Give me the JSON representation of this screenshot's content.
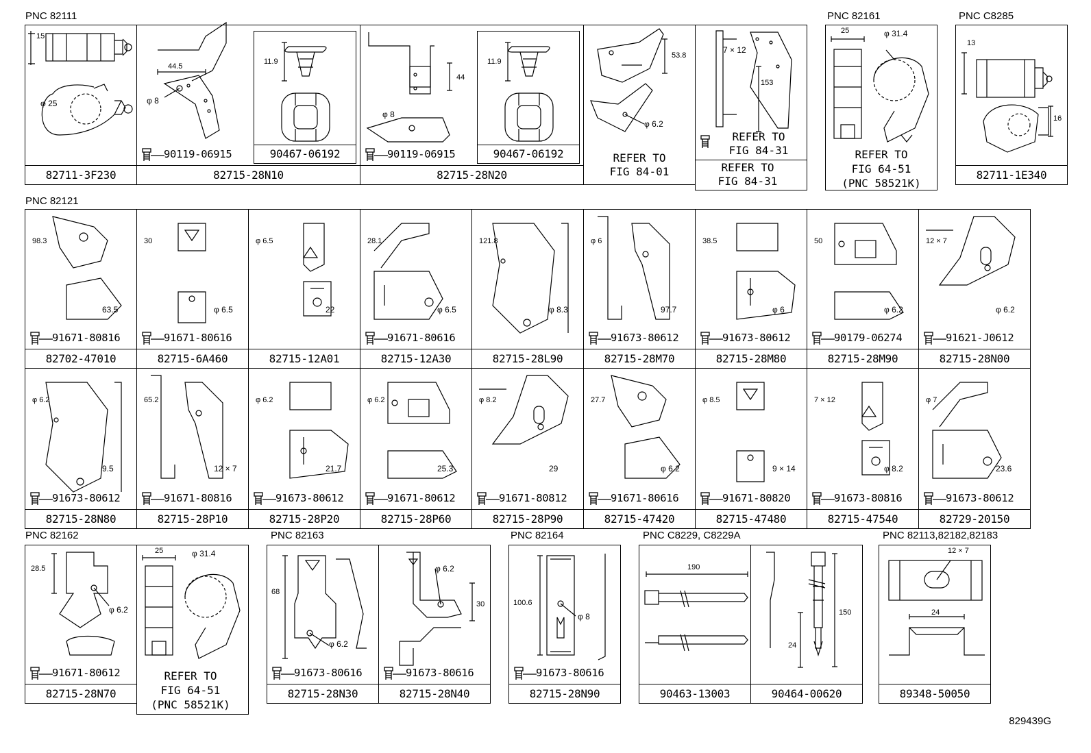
{
  "pnc_labels": [
    "PNC 82111",
    "PNC 82161",
    "PNC C8285",
    "PNC 82121",
    "PNC 82162",
    "PNC 82163",
    "PNC 82164",
    "PNC C8229, C8229A",
    "PNC 82113,82182,82183"
  ],
  "row1": [
    {
      "part": "82711-3F230",
      "dims": [
        "15",
        "φ 25"
      ]
    },
    {
      "part": "82715-28N10",
      "bolt": "90119-06915",
      "dims": [
        "44.5",
        "φ 8"
      ],
      "inner_part": "90467-06192",
      "inner_dims": [
        "11.9"
      ]
    },
    {
      "part": "82715-28N20",
      "bolt": "90119-06915",
      "dims": [
        "44",
        "φ 8"
      ],
      "inner_part": "90467-06192",
      "inner_dims": [
        "11.9"
      ]
    },
    {
      "refer": "REFER TO\nFIG 84-01",
      "dims": [
        "53.8",
        "φ 6.2"
      ]
    },
    {
      "refer": "REFER TO\nFIG 84-31",
      "bolt_refer": "REFER TO\nFIG 84-31",
      "dims": [
        "7 × 12",
        "153"
      ]
    },
    {
      "refer": "REFER TO\nFIG 64-51\n(PNC 58521K)",
      "dims": [
        "25",
        "φ 31.4"
      ]
    },
    {
      "part": "82711-1E340",
      "dims": [
        "13",
        "16"
      ]
    }
  ],
  "row2": [
    {
      "part": "82702-47010",
      "bolt": "91671-80816",
      "dims": [
        "98.3",
        "63.5"
      ]
    },
    {
      "part": "82715-6A460",
      "bolt": "91671-80616",
      "dims": [
        "30",
        "φ 6.5"
      ]
    },
    {
      "part": "82715-12A01",
      "dims": [
        "φ 6.5",
        "22"
      ]
    },
    {
      "part": "82715-12A30",
      "bolt": "91671-80616",
      "dims": [
        "28.1",
        "φ 6.5"
      ]
    },
    {
      "part": "82715-28L90",
      "dims": [
        "121.8",
        "φ 8.3"
      ]
    },
    {
      "part": "82715-28M70",
      "bolt": "91673-80612",
      "dims": [
        "φ 6",
        "97.7"
      ]
    },
    {
      "part": "82715-28M80",
      "bolt": "91673-80612",
      "dims": [
        "38.5",
        "φ 6"
      ]
    },
    {
      "part": "82715-28M90",
      "bolt": "90179-06274",
      "dims": [
        "50",
        "φ 6.2"
      ]
    },
    {
      "part": "82715-28N00",
      "bolt": "91621-J0612",
      "dims": [
        "12 × 7",
        "φ 6.2"
      ]
    }
  ],
  "row3": [
    {
      "part": "82715-28N80",
      "bolt": "91673-80612",
      "dims": [
        "φ 6.2",
        "9.5"
      ]
    },
    {
      "part": "82715-28P10",
      "bolt": "91671-80816",
      "dims": [
        "65.2",
        "12 × 7"
      ]
    },
    {
      "part": "82715-28P20",
      "bolt": "91673-80612",
      "dims": [
        "φ 6.2",
        "21.7"
      ]
    },
    {
      "part": "82715-28P60",
      "bolt": "91671-80612",
      "dims": [
        "φ 6.2",
        "25.3"
      ]
    },
    {
      "part": "82715-28P90",
      "bolt": "91671-80812",
      "dims": [
        "φ 8.2",
        "29"
      ]
    },
    {
      "part": "82715-47420",
      "bolt": "91671-80616",
      "dims": [
        "27.7",
        "φ 6.2"
      ]
    },
    {
      "part": "82715-47480",
      "bolt": "91671-80820",
      "dims": [
        "φ 8.5",
        "9 × 14"
      ]
    },
    {
      "part": "82715-47540",
      "bolt": "91673-80816",
      "dims": [
        "7 × 12",
        "φ 8.2"
      ]
    },
    {
      "part": "82729-20150",
      "bolt": "91673-80612",
      "dims": [
        "φ 7",
        "23.6"
      ]
    }
  ],
  "row4": [
    {
      "part": "82715-28N70",
      "bolt": "91671-80612",
      "dims": [
        "28.5",
        "φ 6.2"
      ]
    },
    {
      "refer": "REFER TO\nFIG 64-51\n(PNC 58521K)",
      "dims": [
        "25",
        "φ 31.4"
      ]
    },
    {
      "part": "82715-28N30",
      "bolt": "91673-80616",
      "dims": [
        "68",
        "φ 6.2"
      ]
    },
    {
      "part": "82715-28N40",
      "bolt": "91673-80616",
      "dims": [
        "φ 6.2",
        "30"
      ]
    },
    {
      "part": "82715-28N90",
      "bolt": "91673-80616",
      "dims": [
        "100.6",
        "φ 8"
      ]
    },
    {
      "part": "90463-13003",
      "dims": [
        "190"
      ]
    },
    {
      "part": "90464-00620",
      "dims": [
        "150",
        "24"
      ]
    },
    {
      "part": "89348-50050",
      "dims": [
        "12 × 7",
        "24"
      ]
    }
  ],
  "drawing_code": "829439G"
}
